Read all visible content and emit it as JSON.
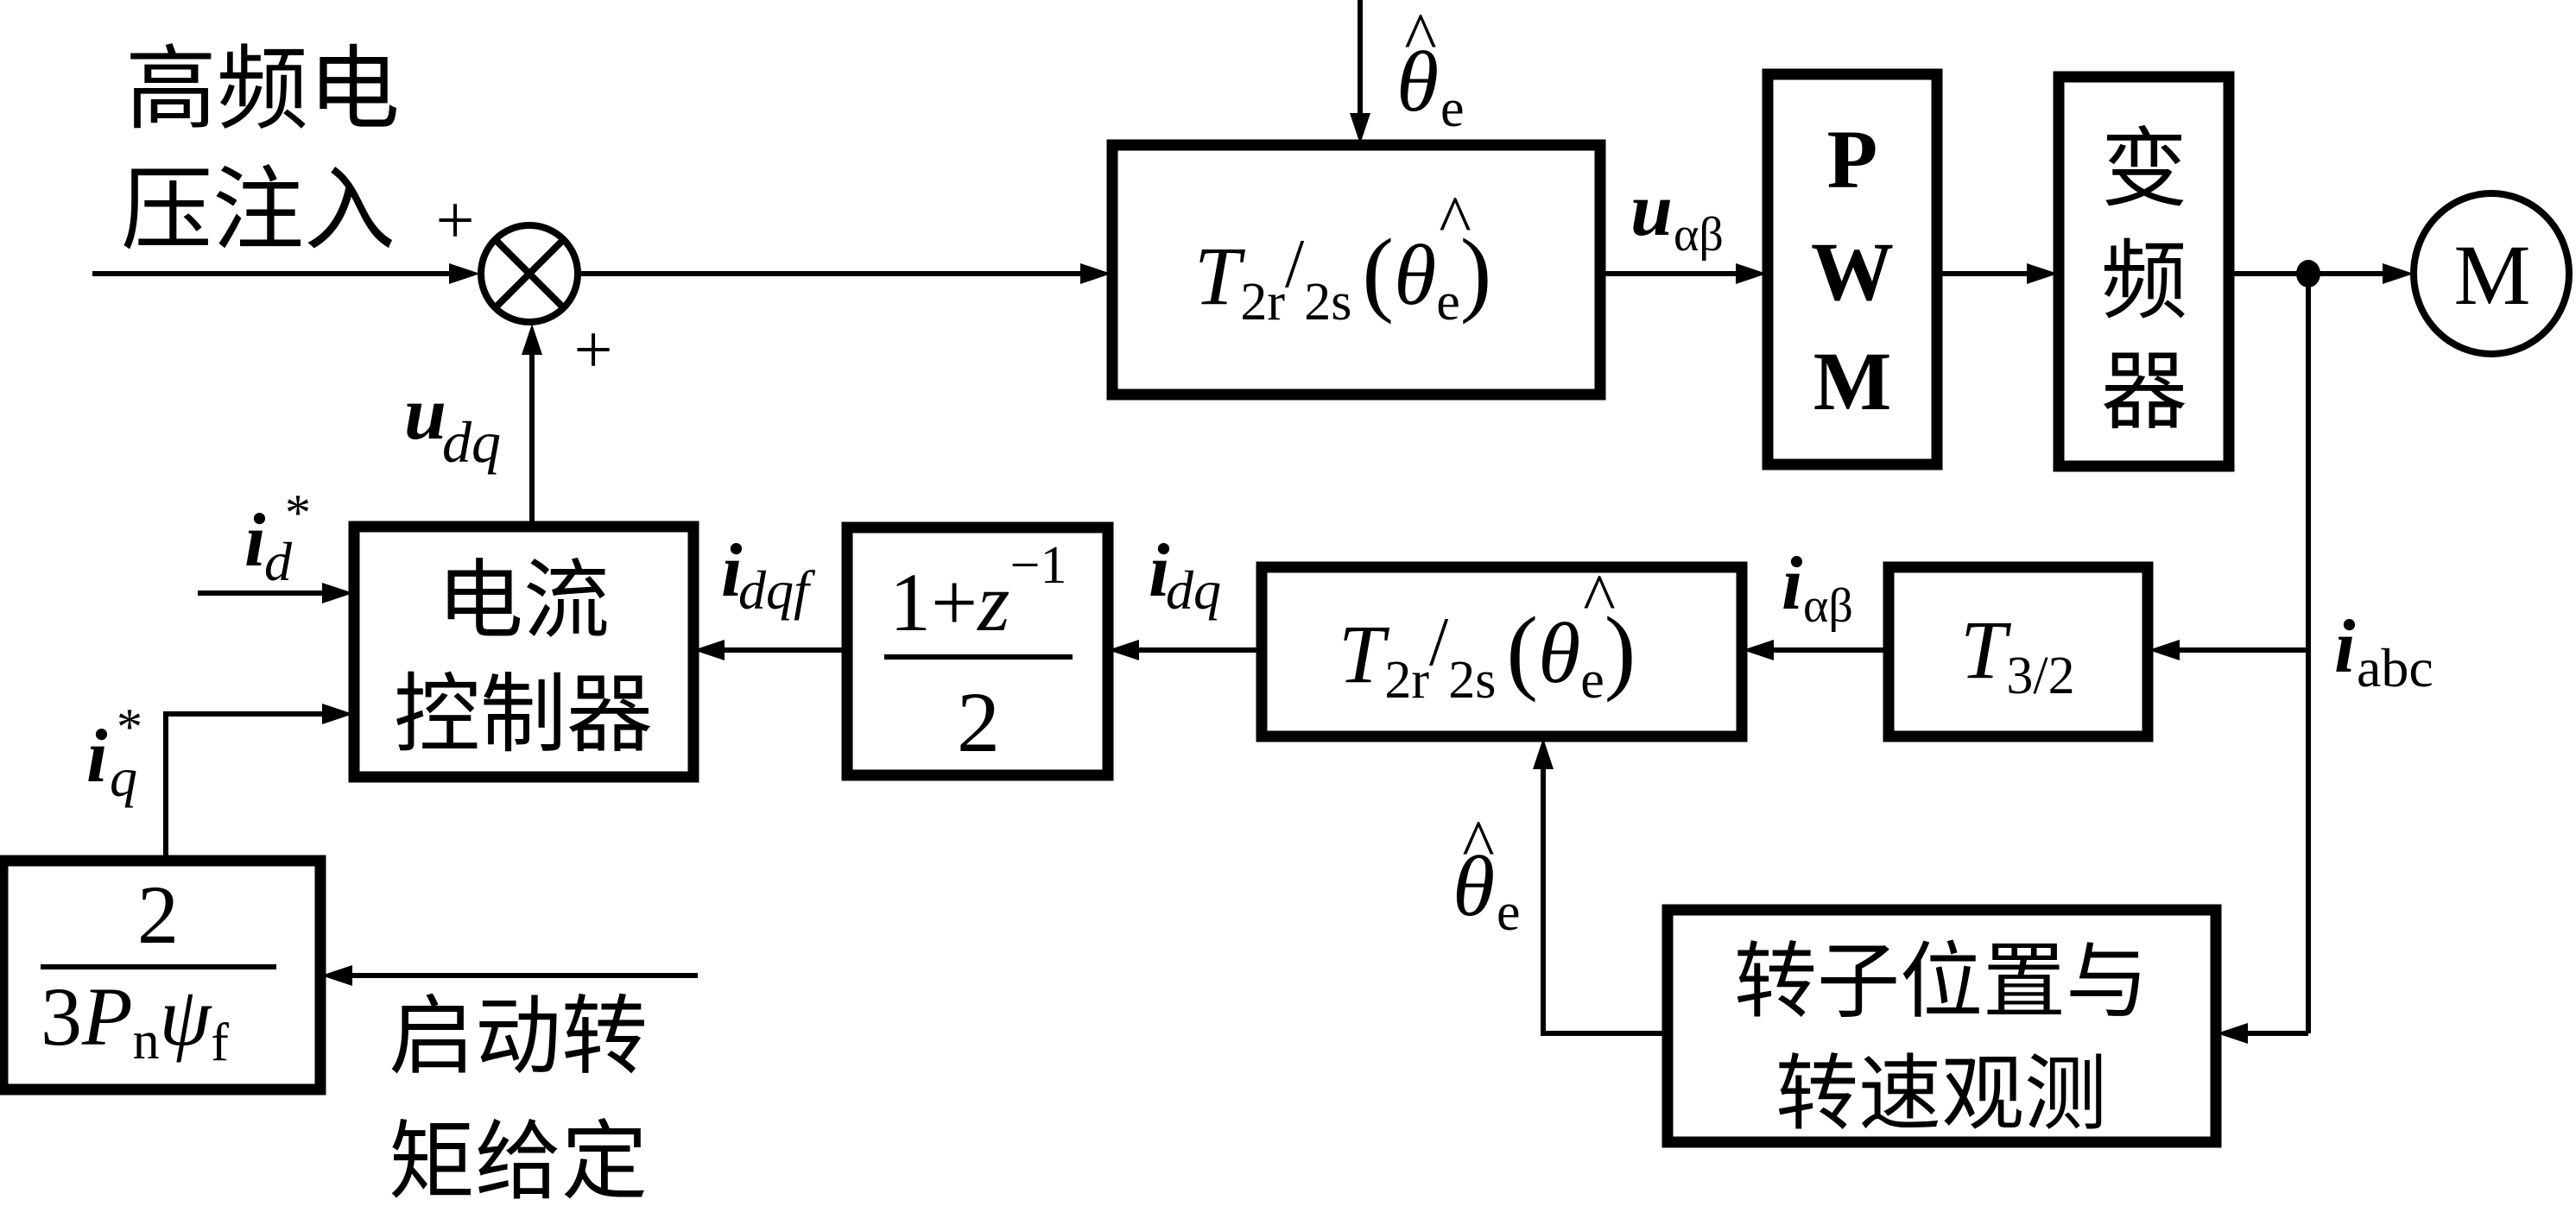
{
  "diagram": {
    "type": "control-block-diagram",
    "inputs": {
      "hf_injection": {
        "line1": "高频电",
        "line2": "压注入"
      },
      "startup_torque": {
        "line1": "启动转",
        "line2": "矩给定"
      },
      "id_ref": {
        "main": "i",
        "sub": "d",
        "sup": "*"
      },
      "iq_ref": {
        "main": "i",
        "sub": "q",
        "sup": "*"
      }
    },
    "summing_junction": {
      "sign_top": "+",
      "sign_bottom": "+",
      "symbol": "multiply-cross"
    },
    "blocks": {
      "upper_transform": {
        "main": "T",
        "sub1": "2r",
        "slash": "/",
        "sub2": "2s",
        "arg": "θ",
        "arg_hat": "^",
        "arg_sub": "e"
      },
      "pwm": {
        "lines": [
          "P",
          "W",
          "M"
        ]
      },
      "inverter": {
        "lines": [
          "变",
          "频",
          "器"
        ]
      },
      "motor": {
        "label": "M"
      },
      "current_controller": {
        "line1": "电流",
        "line2": "控制器"
      },
      "filter": {
        "num_1": "1+",
        "num_z": "z",
        "num_exp": "−1",
        "den": "2"
      },
      "lower_transform": {
        "main": "T",
        "sub1": "2r",
        "slash": "/",
        "sub2": "2s",
        "arg": "θ",
        "arg_hat": "^",
        "arg_sub": "e"
      },
      "clarke": {
        "main": "T",
        "sub": "3/2"
      },
      "observer": {
        "line1": "转子位置与",
        "line2": "转速观测"
      },
      "torque_gain": {
        "num": "2",
        "den_3": "3",
        "den_P": "P",
        "den_Psub": "n",
        "den_psi": "ψ",
        "den_psisub": "f"
      }
    },
    "signals": {
      "u_dq": {
        "main": "u",
        "sub": "dq"
      },
      "u_ab": {
        "main": "u",
        "sub": "αβ"
      },
      "i_dqf": {
        "main": "i",
        "sub": "dqf"
      },
      "i_dq": {
        "main": "i",
        "sub": "dq"
      },
      "i_ab": {
        "main": "i",
        "sub": "αβ"
      },
      "i_abc": {
        "main": "i",
        "sub": "abc"
      },
      "theta_top": {
        "main": "θ",
        "hat": "^",
        "sub": "e"
      },
      "theta_fb": {
        "main": "θ",
        "hat": "^",
        "sub": "e"
      }
    }
  }
}
